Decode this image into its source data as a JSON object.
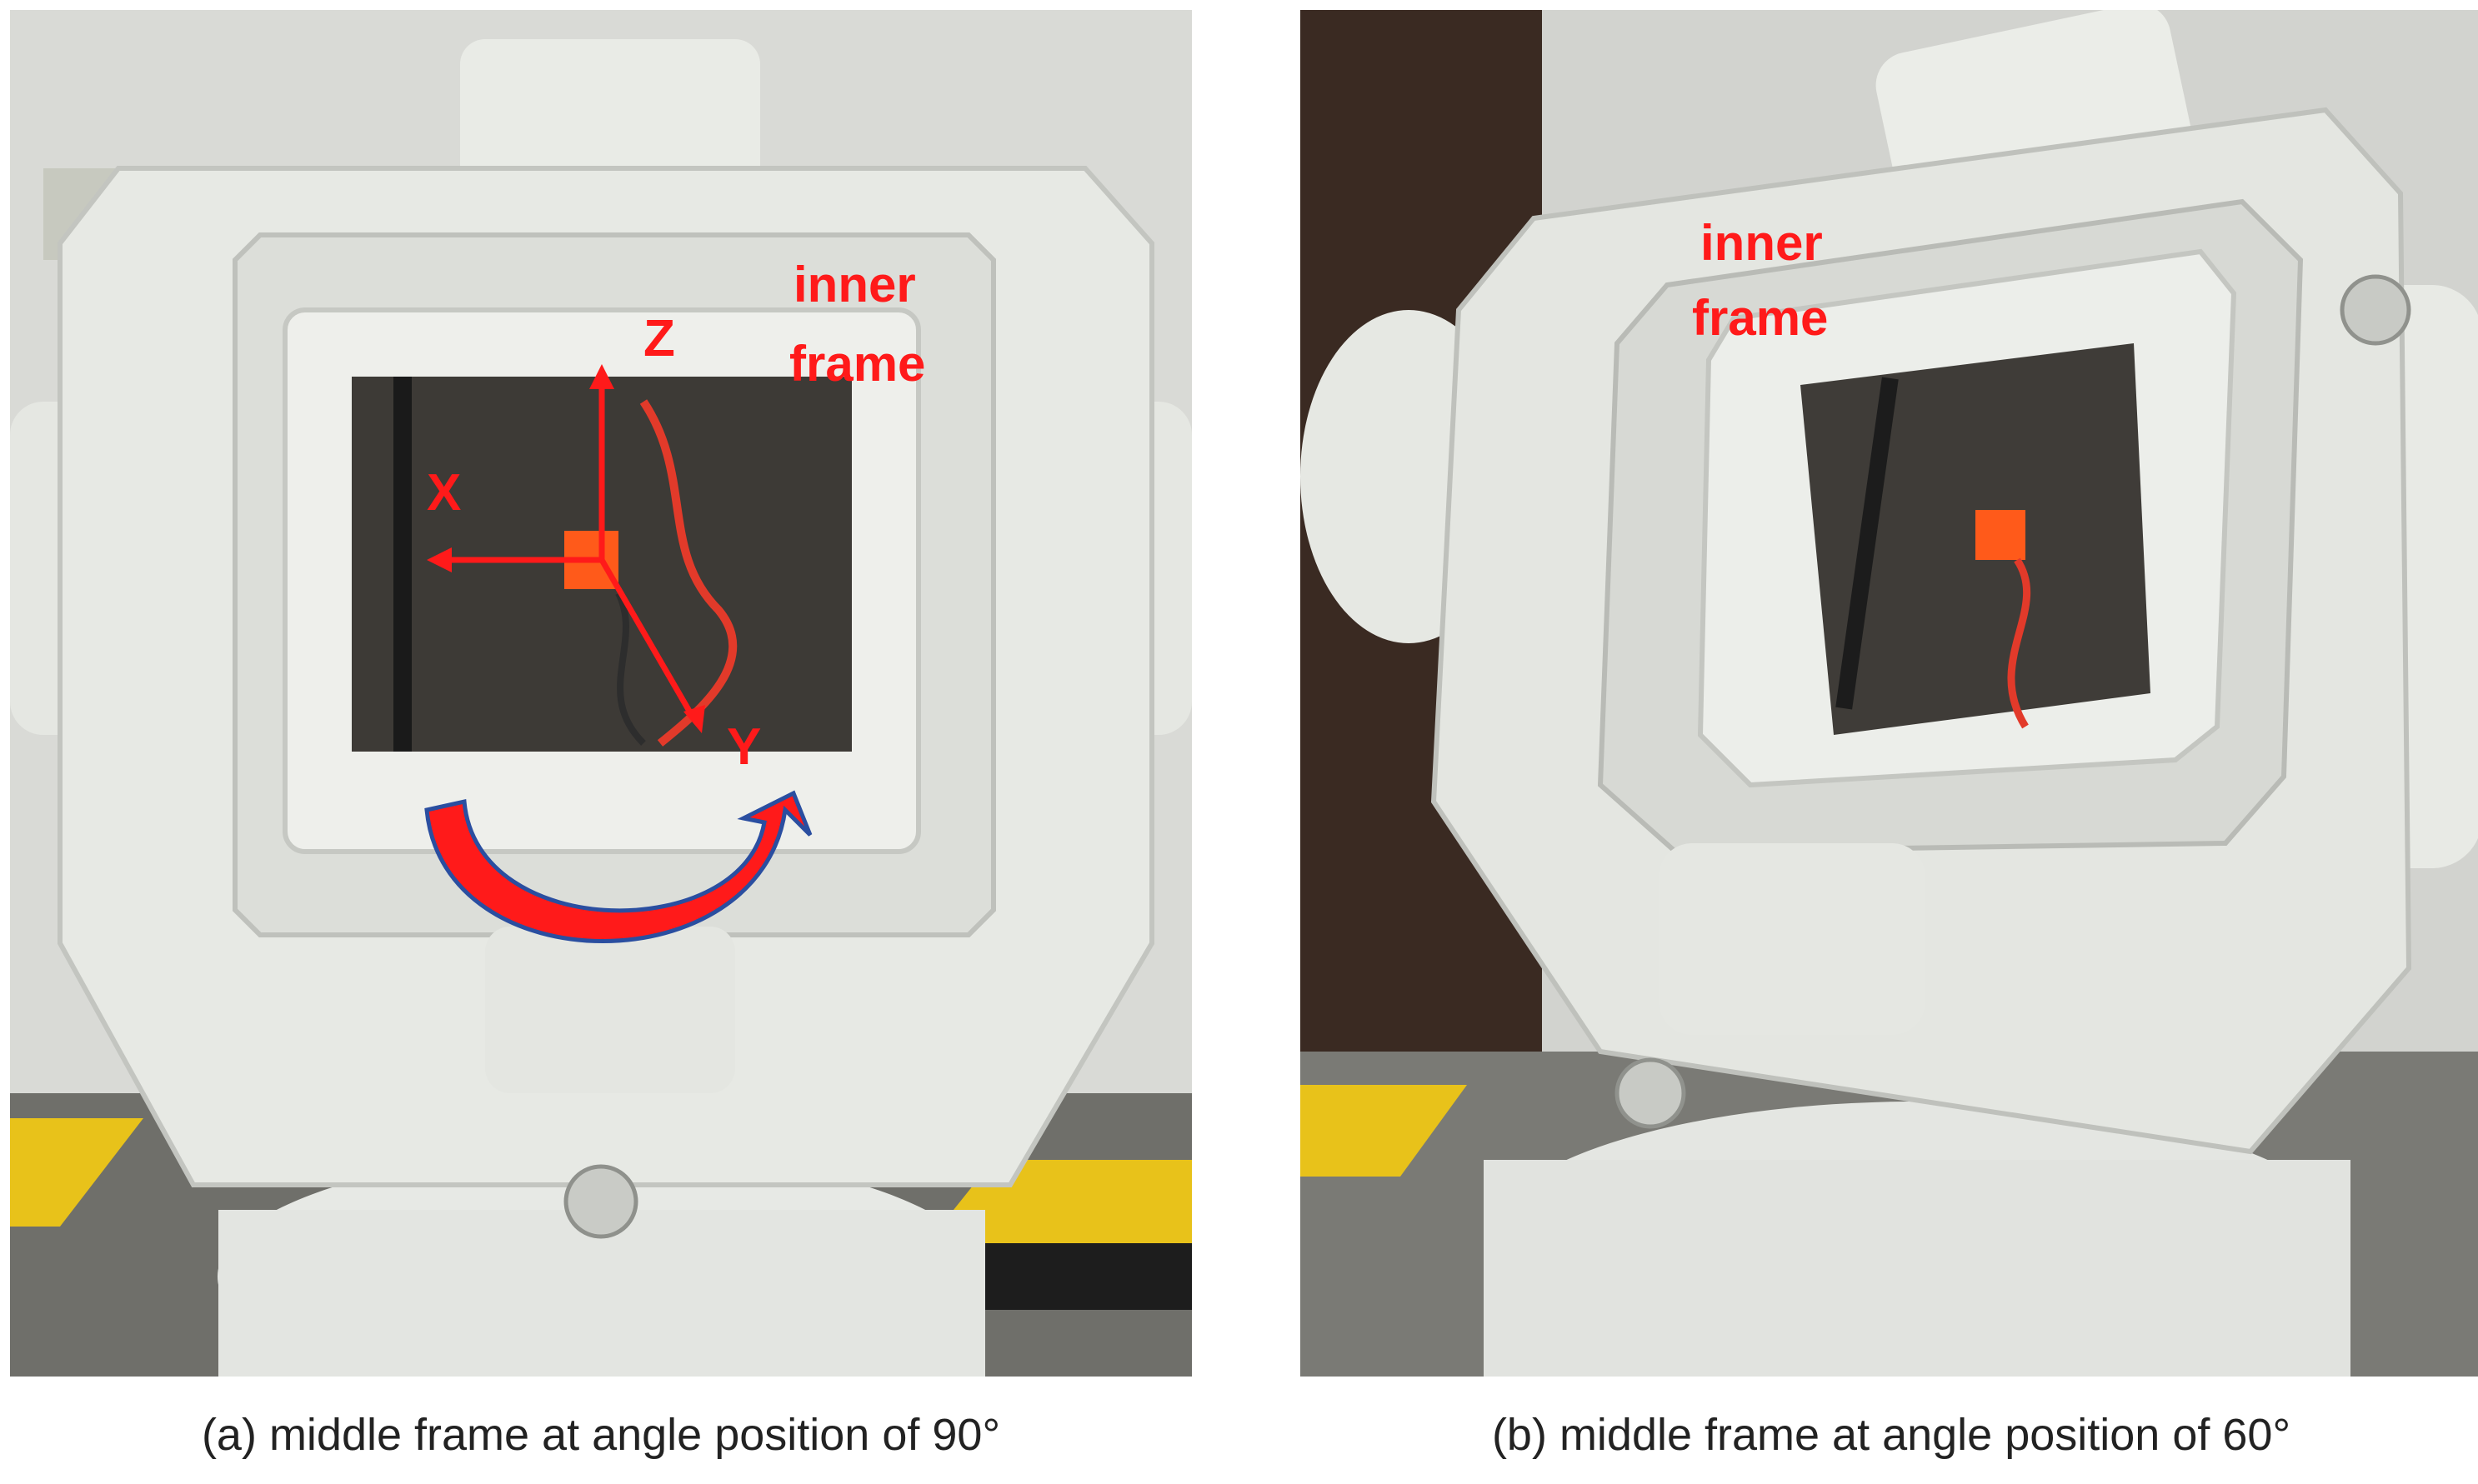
{
  "panels": [
    {
      "caption": "(a) middle frame at angle position of 90°",
      "labels": {
        "frame": [
          "inner",
          "frame"
        ],
        "axis_z": "Z",
        "axis_x": "X",
        "axis_y": "Y"
      }
    },
    {
      "caption": "(b) middle frame at angle position of 60°",
      "labels": {
        "frame": [
          "inner",
          "frame"
        ]
      }
    }
  ],
  "colors": {
    "annotation": "#ff1a1a",
    "frame_white": "#e9ebe6",
    "background_wall": "#d6d7d2",
    "floor_stripe": "#e8c21a"
  }
}
